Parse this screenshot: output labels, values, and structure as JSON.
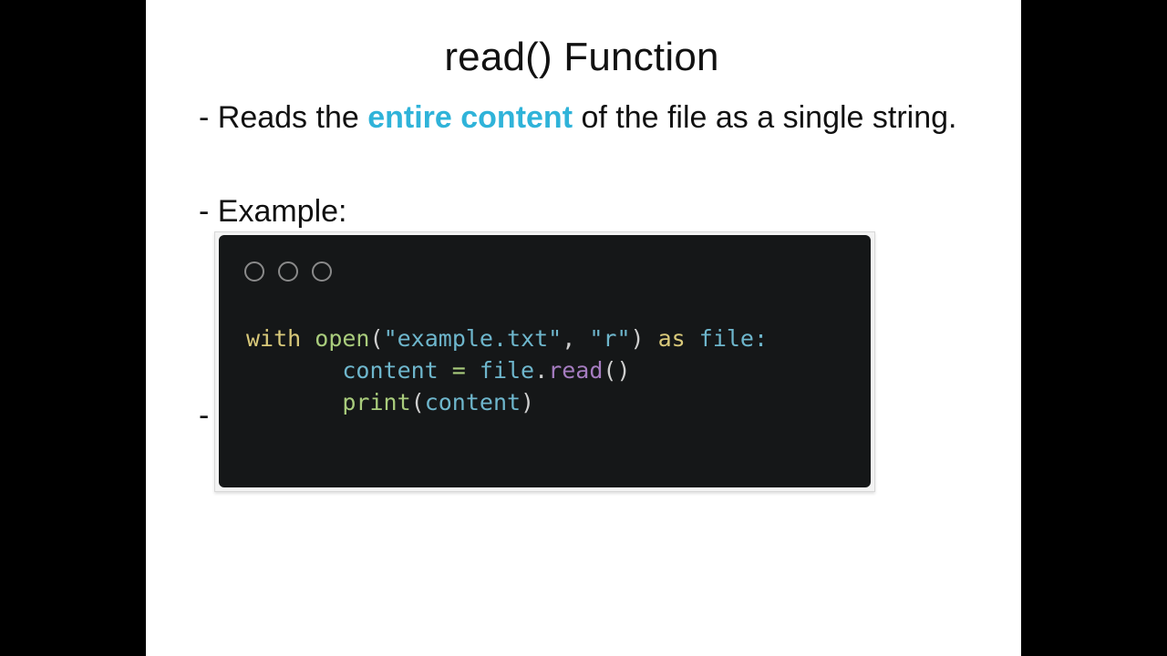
{
  "slide": {
    "title": "read() Function",
    "bullets": [
      {
        "prefix": "- Reads the ",
        "highlight": "entire content",
        "suffix": " of the file as a single string."
      },
      {
        "text": "- Example:"
      },
      {
        "text": "-"
      }
    ],
    "highlight_color": "#2fb3d9"
  },
  "code_block": {
    "window_dots": [
      "circle-icon",
      "circle-icon",
      "circle-icon"
    ],
    "lines": [
      {
        "indent": "",
        "tokens": [
          {
            "t": "with",
            "c": "kw"
          },
          {
            "t": " ",
            "c": "pn"
          },
          {
            "t": "open",
            "c": "fn"
          },
          {
            "t": "(",
            "c": "pn"
          },
          {
            "t": "\"example.txt\"",
            "c": "str"
          },
          {
            "t": ", ",
            "c": "pn"
          },
          {
            "t": "\"r\"",
            "c": "str"
          },
          {
            "t": ") ",
            "c": "pn"
          },
          {
            "t": "as",
            "c": "kw"
          },
          {
            "t": " ",
            "c": "pn"
          },
          {
            "t": "file:",
            "c": "id"
          }
        ]
      },
      {
        "indent": "       ",
        "tokens": [
          {
            "t": "content",
            "c": "id"
          },
          {
            "t": " ",
            "c": "pn"
          },
          {
            "t": "=",
            "c": "op"
          },
          {
            "t": " ",
            "c": "pn"
          },
          {
            "t": "file",
            "c": "id"
          },
          {
            "t": ".",
            "c": "pn"
          },
          {
            "t": "read",
            "c": "meth"
          },
          {
            "t": "()",
            "c": "pn"
          }
        ]
      },
      {
        "indent": "       ",
        "tokens": [
          {
            "t": "print",
            "c": "fn"
          },
          {
            "t": "(",
            "c": "pn"
          },
          {
            "t": "content",
            "c": "id"
          },
          {
            "t": ")",
            "c": "pn"
          }
        ]
      }
    ],
    "background": "#151718"
  }
}
